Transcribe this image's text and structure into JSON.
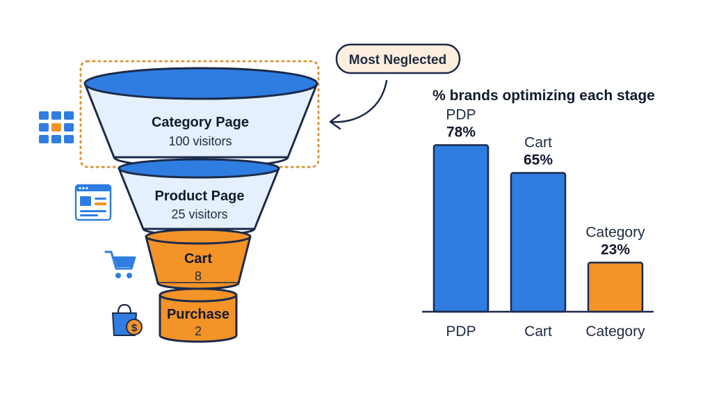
{
  "funnel": {
    "stages": [
      {
        "name": "Category Page",
        "count": "100 visitors"
      },
      {
        "name": "Product Page",
        "count": "25 visitors"
      },
      {
        "name": "Cart",
        "count": "8"
      },
      {
        "name": "Purchase",
        "count": "2"
      }
    ],
    "icons": [
      "grid-icon",
      "browser-window-icon",
      "shopping-cart-icon",
      "shopping-bag-dollar-icon"
    ]
  },
  "callout": {
    "label": "Most Neglected"
  },
  "chart_data": {
    "type": "bar",
    "title": "% brands optimizing each stage",
    "categories": [
      "PDP",
      "Cart",
      "Category"
    ],
    "values": [
      78,
      65,
      23
    ],
    "value_labels": [
      "78%",
      "65%",
      "23%"
    ],
    "ylim": [
      0,
      100
    ],
    "grid": false,
    "colors": [
      "#2f7de1",
      "#2f7de1",
      "#f39328"
    ]
  },
  "colors": {
    "blue": "#2f7de1",
    "blue_light": "#e6f0fc",
    "orange": "#f39328",
    "outline": "#1b2a4a",
    "callout_fill": "#fdeedd",
    "dotted_box": "#d9973a"
  }
}
